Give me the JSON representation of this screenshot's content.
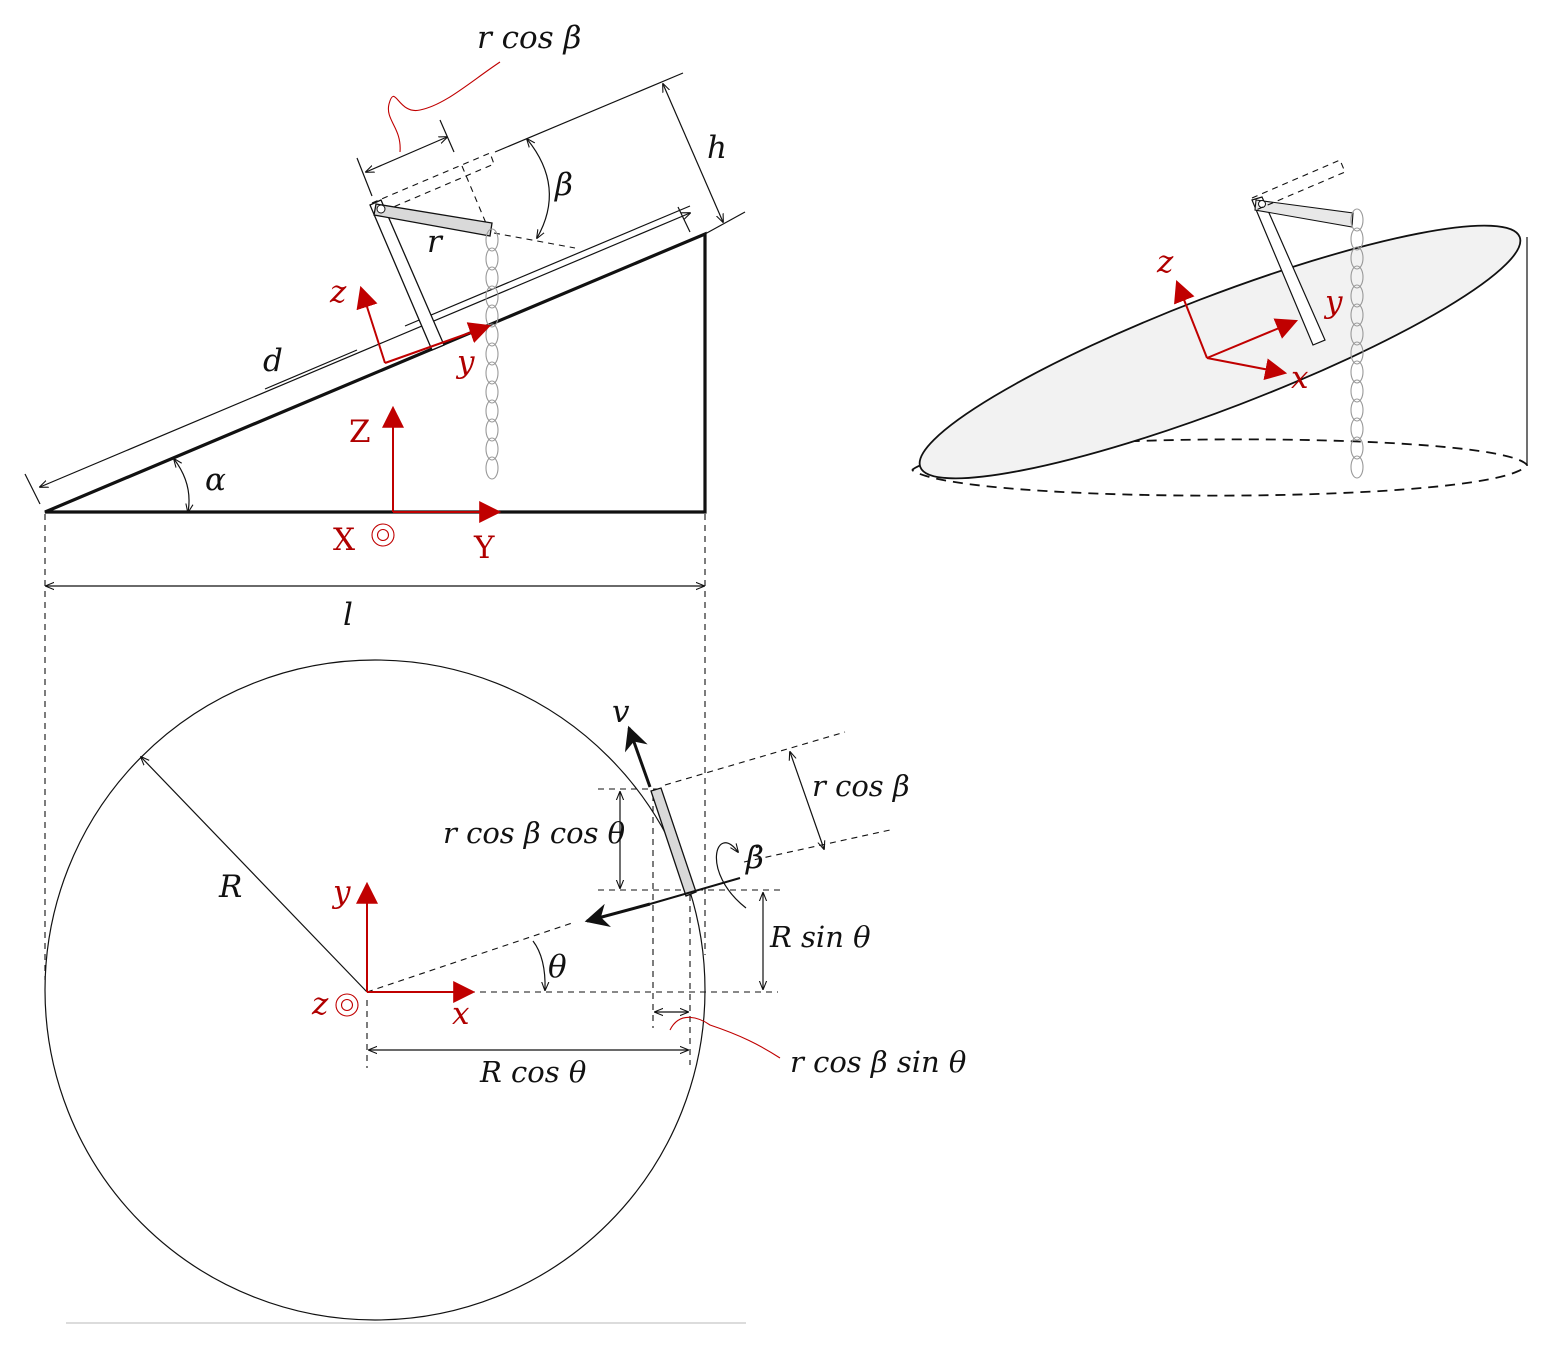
{
  "labels": {
    "r_cos_beta_top": "r cos β",
    "h": "h",
    "beta": "β",
    "r": "r",
    "d": "d",
    "alpha": "α",
    "z_side": "z",
    "y_side": "y",
    "Z": "Z",
    "X": "X",
    "Y": "Y",
    "l": "l",
    "v": "v",
    "r_cos_beta_right": "r cos β",
    "r_cos_beta_cos_theta": "r cos β cos θ",
    "beta_dot": "β̇",
    "R": "R",
    "R_sin_theta": "R sin θ",
    "theta": "θ",
    "y_top": "y",
    "z_top": "z",
    "x_top": "x",
    "R_cos_theta": "R cos θ",
    "r_cos_beta_sin_theta": "r cos β sin θ",
    "z_persp": "z",
    "y_persp": "y",
    "x_persp": "x"
  },
  "colors": {
    "axis_red": "#c00000",
    "ink": "#111111",
    "fill_grey": "#d9d9d9",
    "ellipse_fill": "#f2f2f2"
  }
}
